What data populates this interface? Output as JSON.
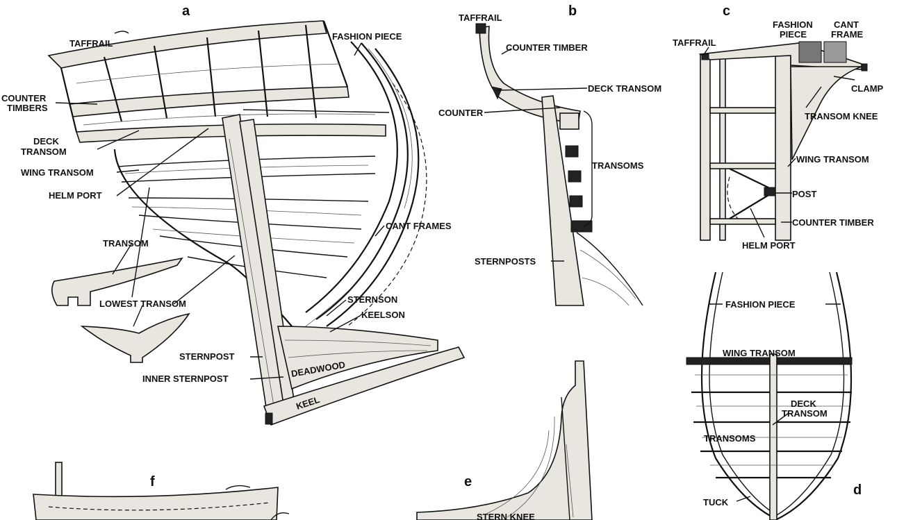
{
  "panels": {
    "a": {
      "letter": "a",
      "labels": {
        "taffrail": "TAFFRAIL",
        "fashion_piece": "FASHION PIECE",
        "counter_timbers_1": "COUNTER",
        "counter_timbers_2": "TIMBERS",
        "deck_transom_1": "DECK",
        "deck_transom_2": "TRANSOM",
        "wing_transom": "WING TRANSOM",
        "helm_port": "HELM PORT",
        "transom": "TRANSOM",
        "lowest_transom": "LOWEST TRANSOM",
        "cant_frames": "CANT FRAMES",
        "sternson": "STERNSON",
        "keelson": "KEELSON",
        "sternpost": "STERNPOST",
        "inner_sternpost": "INNER STERNPOST",
        "deadwood": "DEADWOOD",
        "keel": "KEEL"
      }
    },
    "b": {
      "letter": "b",
      "labels": {
        "taffrail": "TAFFRAIL",
        "counter_timber": "COUNTER TIMBER",
        "deck_transom": "DECK TRANSOM",
        "counter": "COUNTER",
        "transoms": "TRANSOMS",
        "sternposts": "STERNPOSTS"
      }
    },
    "c": {
      "letter": "c",
      "labels": {
        "taffrail": "TAFFRAIL",
        "fashion_piece_1": "FASHION",
        "fashion_piece_2": "PIECE",
        "cant_frame_1": "CANT",
        "cant_frame_2": "FRAME",
        "clamp": "CLAMP",
        "transom_knee": "TRANSOM KNEE",
        "wing_transom": "WING TRANSOM",
        "post": "POST",
        "counter_timber": "COUNTER TIMBER",
        "helm_port": "HELM PORT"
      }
    },
    "d": {
      "letter": "d",
      "labels": {
        "fashion_piece": "FASHION PIECE",
        "wing_transom": "WING TRANSOM",
        "deck_transom_1": "DECK",
        "deck_transom_2": "TRANSOM",
        "transoms": "TRANSOMS",
        "tuck": "TUCK"
      }
    },
    "e": {
      "letter": "e",
      "labels": {
        "stern_knee": "STERN KNEE"
      }
    },
    "f": {
      "letter": "f"
    }
  }
}
